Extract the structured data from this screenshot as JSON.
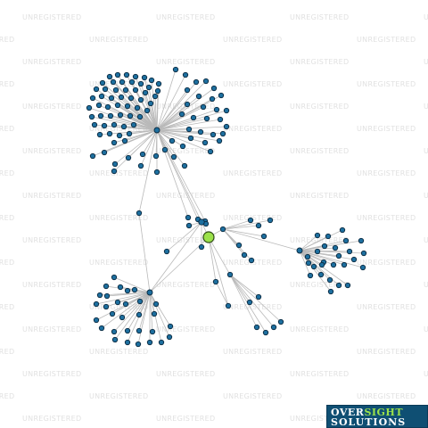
{
  "watermark": {
    "text": "UNREGISTERED"
  },
  "logo": {
    "word1": "OVER",
    "word2": "SIGHT",
    "line2": "SOLUTIONS"
  },
  "colors": {
    "node": "#1d6f9f",
    "focus_node": "#9be14a",
    "edge": "#b9b9b9",
    "watermark": "#e1e1e1",
    "logo_bg": "#0f4f73"
  }
}
